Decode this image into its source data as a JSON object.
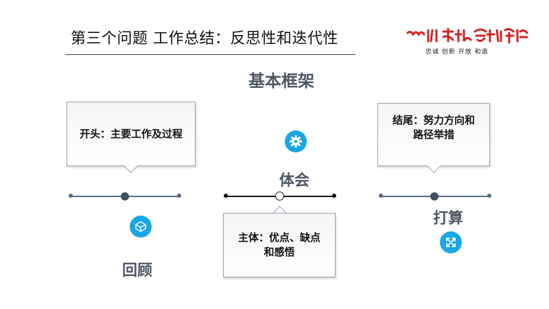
{
  "header": {
    "title": "第三个问题  工作总结：反思性和迭代性",
    "logo": {
      "calligraphy_text": "四川省社会科学院",
      "slogan": "忠诚 创新 开放 和谐"
    }
  },
  "framework_title": "基本框架",
  "sections": {
    "left": {
      "callout": "开头：主要工作及过程",
      "label": "回顾",
      "icon": "code-icon"
    },
    "middle": {
      "callout_line1": "主体：优点、缺点",
      "callout_line2": "和感悟",
      "label": "体会",
      "icon": "gear-icon"
    },
    "right": {
      "callout_line1": "结尾：努力方向和",
      "callout_line2": "路径举措",
      "label": "打算",
      "icon": "expand-icon"
    }
  },
  "colors": {
    "accent_blue": "#1aa6e4",
    "label_gray": "#4d5663",
    "timeline_slate": "#5a6a7e",
    "logo_red": "#d62020"
  }
}
